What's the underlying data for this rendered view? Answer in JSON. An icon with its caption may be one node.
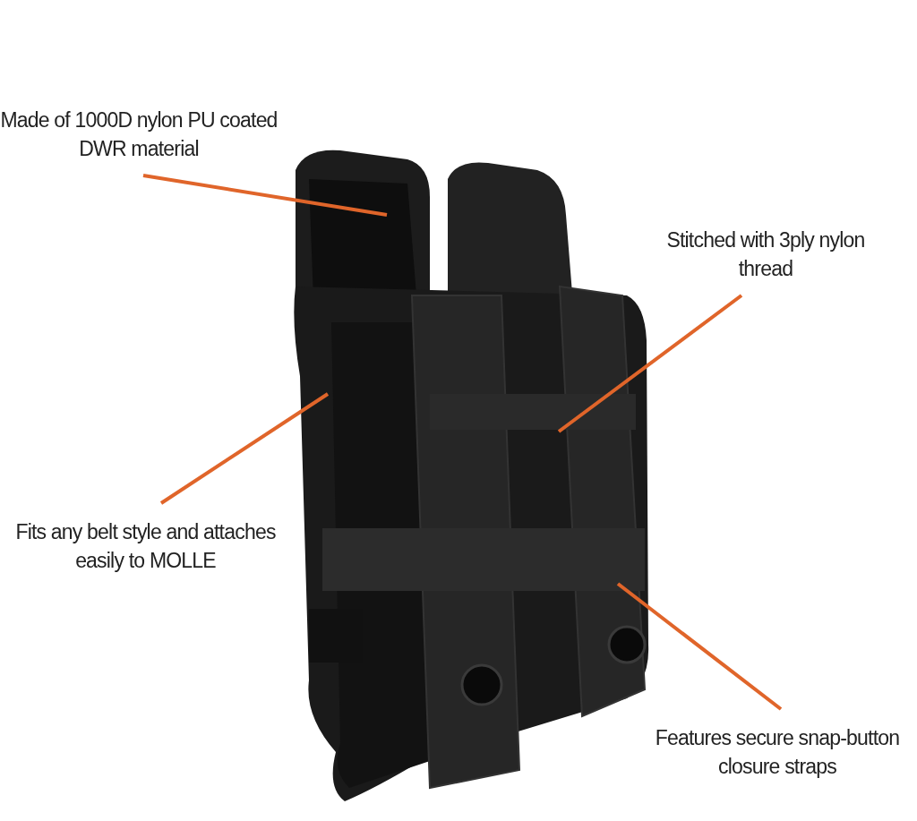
{
  "diagram": {
    "nodes": [
      {
        "text": [
          "Made of 1000D nylon PU coated DWR material"
        ]
      },
      {
        "text": [
          "Stitched with 3ply nylon thread"
        ]
      },
      {
        "text": [
          "Fits any belt style and attaches easily to MOLLE"
        ]
      },
      {
        "text": [
          "Features secure snap-button closure straps"
        ]
      }
    ],
    "edges": [
      {
        "from": 0,
        "to": null,
        "arrow": "none"
      },
      {
        "from": 1,
        "to": null,
        "arrow": "none"
      },
      {
        "from": 2,
        "to": null,
        "arrow": "none"
      },
      {
        "from": 3,
        "to": null,
        "arrow": "none"
      }
    ]
  }
}
